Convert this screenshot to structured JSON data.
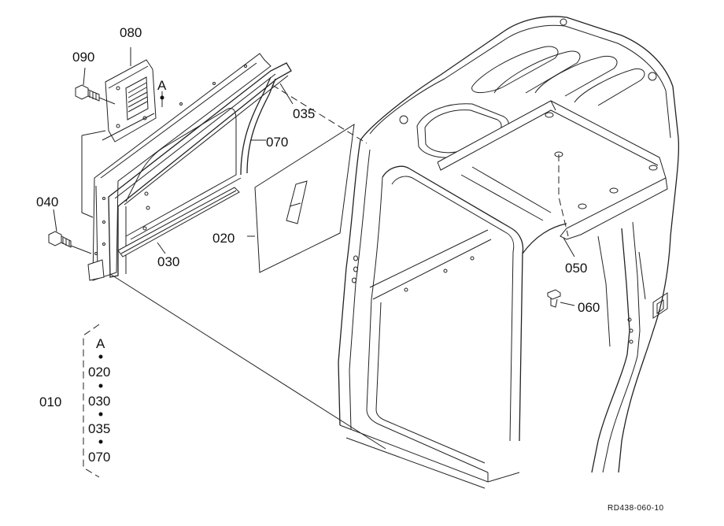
{
  "parts": {
    "p010": "010",
    "p020": "020",
    "p030": "030",
    "p035": "035",
    "p040": "040",
    "p050": "050",
    "p060": "060",
    "p070": "070",
    "p080": "080",
    "p090": "090"
  },
  "marker_a": "A",
  "kit_list": [
    "A",
    "020",
    "030",
    "035",
    "070"
  ],
  "drawing_code": "RD438-060-10"
}
